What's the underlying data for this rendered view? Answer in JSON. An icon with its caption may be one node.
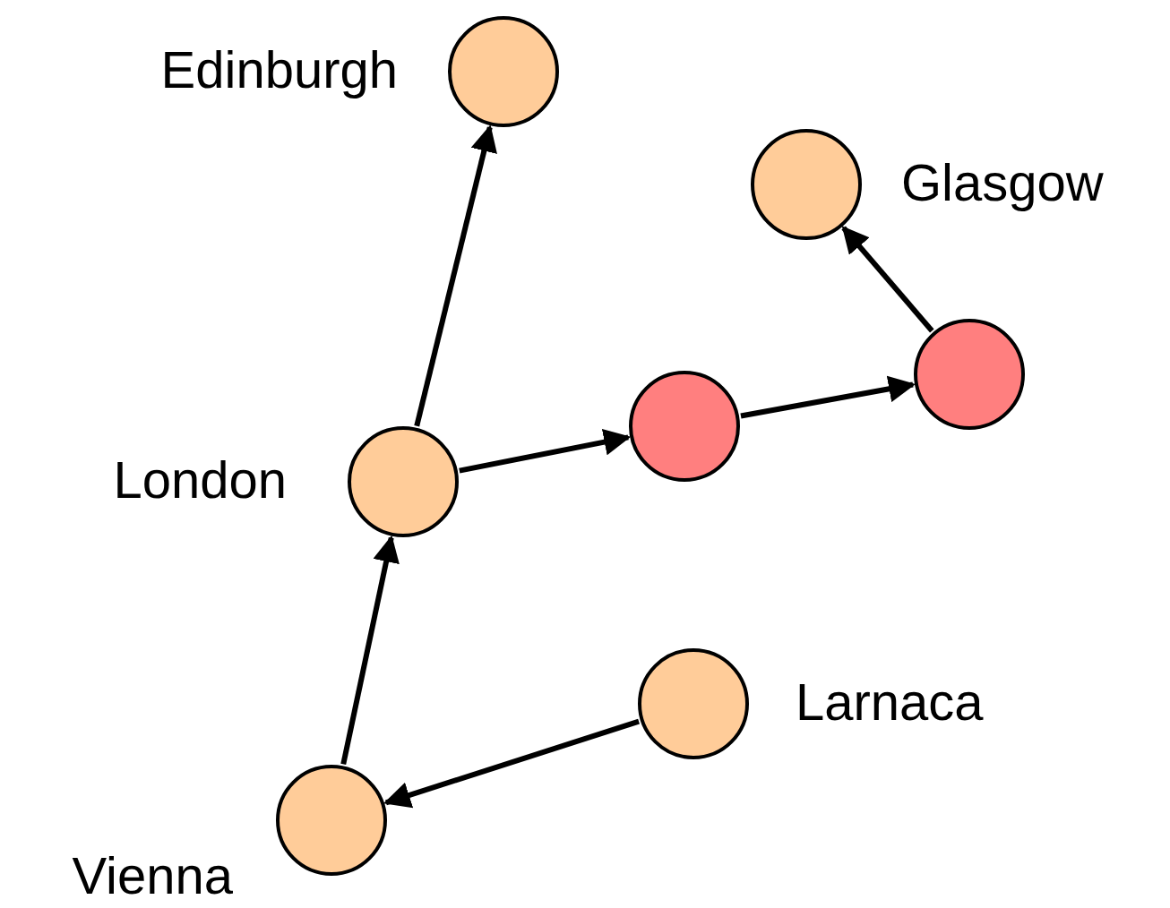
{
  "diagram": {
    "nodes": [
      {
        "text": [],
        "shape": "circle",
        "beside": [
          "Edinburgh"
        ]
      },
      {
        "text": [],
        "shape": "circle",
        "beside": [
          "Glasgow"
        ]
      },
      {
        "text": [],
        "shape": "circle"
      },
      {
        "text": [],
        "shape": "circle"
      },
      {
        "text": [],
        "shape": "circle",
        "beside": [
          "London"
        ]
      },
      {
        "text": [],
        "shape": "circle",
        "beside": [
          "Larnaca"
        ]
      },
      {
        "text": [],
        "shape": "circle",
        "beside": [
          "Vienna"
        ]
      }
    ],
    "edges": [
      {
        "from": 4,
        "to": 0,
        "arrow": "to"
      },
      {
        "from": 4,
        "to": 2,
        "arrow": "to"
      },
      {
        "from": 2,
        "to": 3,
        "arrow": "to"
      },
      {
        "from": 3,
        "to": 1,
        "arrow": "to"
      },
      {
        "from": 6,
        "to": 4,
        "arrow": "to"
      },
      {
        "from": 5,
        "to": 6,
        "arrow": "to"
      }
    ]
  }
}
